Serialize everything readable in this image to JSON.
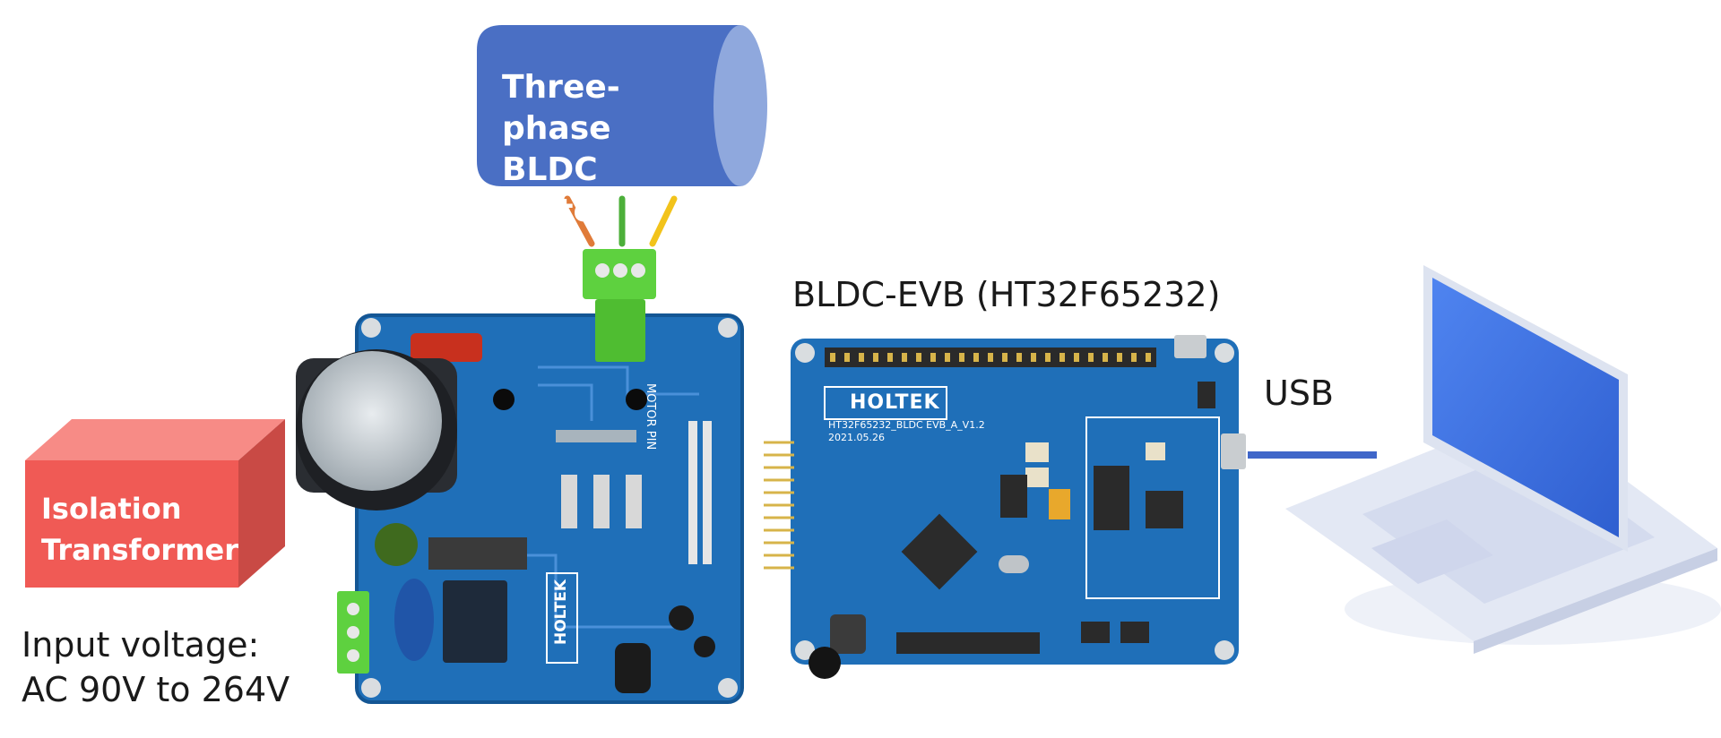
{
  "motor": {
    "label_line1": "Three-phase",
    "label_line2": "BLDC motor",
    "color": "#4a6fc4",
    "wire_colors": [
      "#e07b39",
      "#4caf3a",
      "#f2c31b"
    ]
  },
  "transformer": {
    "label_line1": "Isolation",
    "label_line2": "Transformer",
    "color": "#f05a55"
  },
  "input_voltage": {
    "line1": "Input voltage:",
    "line2": "AC 90V to 264V"
  },
  "evb": {
    "title": "BLDC-EVB (HT32F65232)",
    "silk_brand": "HOLTEK",
    "silk_model": "HT32F65232_BLDC EVB_A_V1.2",
    "silk_date": "2021.05.26"
  },
  "driver_board": {
    "silk_brand": "HOLTEK",
    "silk_motor_pin": "MOTOR PIN"
  },
  "usb": {
    "label": "USB",
    "cable_color": "#3f66c9"
  },
  "colors": {
    "pcb": "#1f6fb8",
    "pcb_dark": "#145694",
    "terminal_green": "#5ed13f",
    "laptop_screen": "#3d6fe0"
  }
}
